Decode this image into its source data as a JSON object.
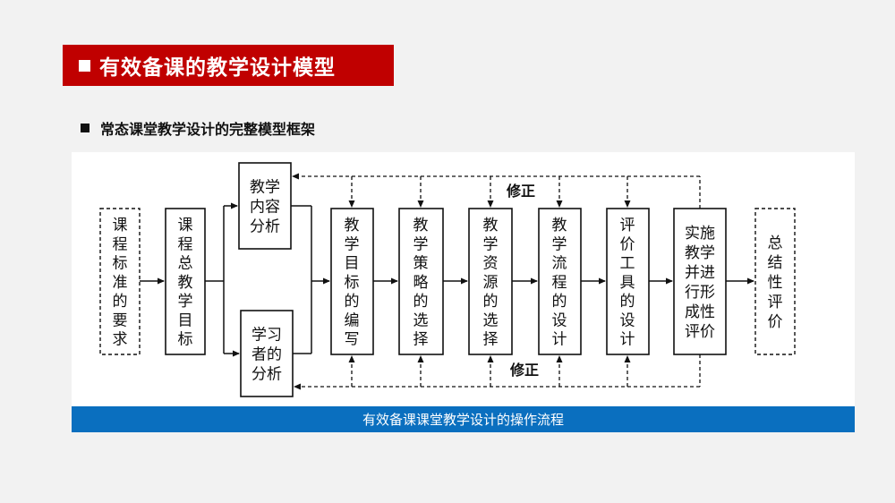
{
  "title": "有效备课的教学设计模型",
  "subtitle": "常态课堂教学设计的完整模型框架",
  "diagram": {
    "nodes": {
      "standards": [
        "课",
        "程",
        "标",
        "准",
        "的",
        "要",
        "求"
      ],
      "overall_goals": [
        "课",
        "程",
        "总",
        "教",
        "学",
        "目",
        "标"
      ],
      "content_analysis": [
        "教学",
        "内容",
        "分析"
      ],
      "learner_analysis": [
        "学习",
        "者的",
        "分析"
      ],
      "objectives": [
        "教",
        "学",
        "目",
        "标",
        "的",
        "编",
        "写"
      ],
      "strategy": [
        "教",
        "学",
        "策",
        "略",
        "的",
        "选",
        "择"
      ],
      "resources": [
        "教",
        "学",
        "资",
        "源",
        "的",
        "选",
        "择"
      ],
      "process": [
        "教",
        "学",
        "流",
        "程",
        "的",
        "设",
        "计"
      ],
      "eval_tools": [
        "评",
        "价",
        "工",
        "具",
        "的",
        "设",
        "计"
      ],
      "formative_eval": [
        "实施",
        "教学",
        "并进",
        "行形",
        "成性",
        "评价"
      ],
      "summative_eval": [
        "总",
        "结",
        "性",
        "评",
        "价"
      ]
    },
    "revise_top": "修正",
    "revise_bottom": "修正"
  },
  "caption": "有效备课课堂教学设计的操作流程"
}
